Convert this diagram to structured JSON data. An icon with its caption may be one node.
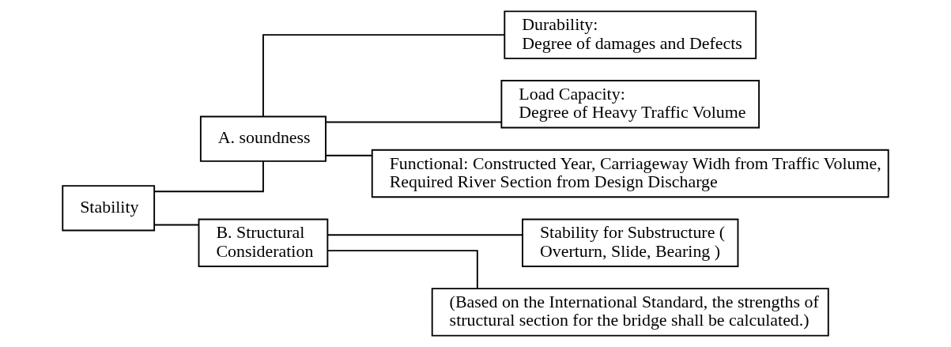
{
  "diagram": {
    "nodes": [
      {
        "text": [
          "Stability"
        ]
      },
      {
        "text": [
          "A. soundness"
        ]
      },
      {
        "text": [
          "B. Structural Consideration"
        ]
      },
      {
        "text": [
          "Durability:",
          "Degree of damages and Defects"
        ]
      },
      {
        "text": [
          "Load Capacity:",
          "Degree of Heavy Traffic Volume"
        ]
      },
      {
        "text": [
          "Functional: Constructed Year, Carriageway Widh from Traffic Volume, Required River Section from Design Discharge"
        ]
      },
      {
        "text": [
          "Stability for Substructure ( Overturn, Slide, Bearing )"
        ]
      },
      {
        "text": [
          "(Based on the International Standard, the strengths of structural section for the bridge shall be calculated.)"
        ]
      }
    ],
    "edges": [
      {
        "from": 0,
        "to": 1,
        "arrow": "none"
      },
      {
        "from": 0,
        "to": 2,
        "arrow": "none"
      },
      {
        "from": 1,
        "to": 3,
        "arrow": "none"
      },
      {
        "from": 1,
        "to": 4,
        "arrow": "none"
      },
      {
        "from": 1,
        "to": 5,
        "arrow": "none"
      },
      {
        "from": 2,
        "to": 6,
        "arrow": "none"
      },
      {
        "from": 2,
        "to": 7,
        "arrow": "none"
      }
    ]
  }
}
